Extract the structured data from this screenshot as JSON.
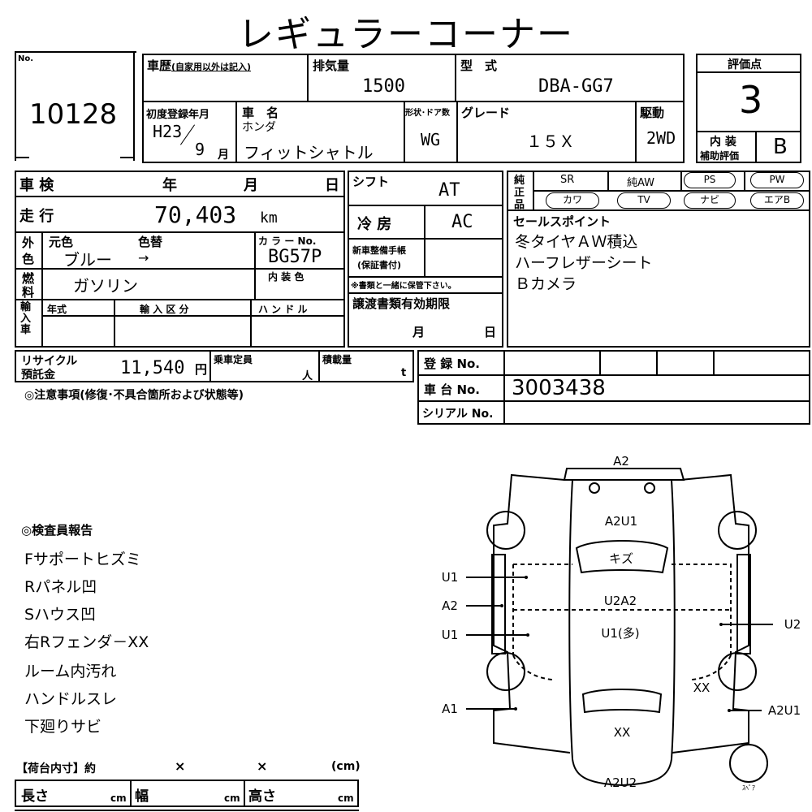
{
  "title": "レギュラーコーナー",
  "lot": {
    "label": "No.",
    "number": "10128"
  },
  "history": {
    "label": "車歴",
    "label_note": "(自家用以外は記入)"
  },
  "displacement": {
    "label": "排気量",
    "value": "1500"
  },
  "model_type": {
    "label": "型　式",
    "value": "DBA-GG7"
  },
  "rating": {
    "label": "評価点",
    "value": "3",
    "interior_label": "内 装",
    "interior_sub": "補助評価",
    "interior_value": "B"
  },
  "first_reg": {
    "label": "初度登録年月",
    "year": "H23",
    "month": "9",
    "month_unit": "月"
  },
  "car_name": {
    "label": "車　名",
    "maker": "ホンダ",
    "name": "フィットシャトル"
  },
  "body_doors": {
    "label": "形状･ドア数",
    "value": "WG"
  },
  "grade": {
    "label": "グレード",
    "value": "１５Ｘ"
  },
  "drive": {
    "label": "駆動",
    "value": "2WD"
  },
  "shaken": {
    "label": "車 検",
    "year": "年",
    "month": "月",
    "day": "日"
  },
  "mileage": {
    "label": "走 行",
    "value": "70,403",
    "unit": "km"
  },
  "exterior_color": {
    "label_a": "外",
    "label_b": "色",
    "orig_label": "元色",
    "change_label": "色替",
    "orig": "ブルー",
    "arrow": "→",
    "code_label": "カ ラ ー No.",
    "code": "BG57P"
  },
  "fuel": {
    "label_a": "燃",
    "label_b": "料",
    "value": "ガソリン"
  },
  "interior_color": {
    "label": "内 装 色"
  },
  "import": {
    "label": "輸入車",
    "year_label": "年式",
    "class_label": "輸 入 区 分",
    "handle_label": "ハ ン ド ル"
  },
  "shift": {
    "label": "シフト",
    "value": "AT"
  },
  "ac": {
    "label": "冷 房",
    "value": "AC"
  },
  "manual": {
    "label_a": "新車整備手帳",
    "label_b": "(保証書付)",
    "note": "※書類と一緒に保管下さい。"
  },
  "docs_expiry": {
    "label": "譲渡書類有効期限",
    "month": "月",
    "day": "日"
  },
  "genuine": {
    "label_a": "純",
    "label_b": "正",
    "label_c": "品",
    "row1": [
      "SR",
      "純AW",
      "PS",
      "PW"
    ],
    "row2": [
      "カワ",
      "TV",
      "ナビ",
      "エアB"
    ]
  },
  "sales_points": {
    "label": "セールスポイント",
    "items": [
      "冬タイヤＡＷ積込",
      "ハーフレザーシート",
      "Ｂカメラ"
    ]
  },
  "recycle": {
    "label_a": "リサイクル",
    "label_b": "預託金",
    "value": "11,540",
    "unit": "円"
  },
  "capacity": {
    "label": "乗車定員",
    "unit": "人"
  },
  "load": {
    "label": "積載量",
    "unit": "t"
  },
  "registration": {
    "label": "登 録 No."
  },
  "chassis": {
    "label": "車 台 No.",
    "value": "3003438"
  },
  "serial": {
    "label": "シリアル No."
  },
  "notes_label": "◎注意事項(修復･不具合箇所および状態等)",
  "inspector": {
    "title": "◎検査員報告",
    "items": [
      "Fサポートヒズミ",
      "Rパネル凹",
      "Sハウス凹",
      "右Rフェンダ－XX",
      "ルーム内汚れ",
      "ハンドルスレ",
      "下廻りサビ"
    ]
  },
  "cargo": {
    "header": "【荷台内寸】約",
    "x1": "×",
    "x2": "×",
    "unit_cm": "(cm)",
    "length": "長さ",
    "width": "幅",
    "height": "高さ",
    "cm": "cm"
  },
  "diagram": {
    "top": "A2",
    "roof": "A2U1",
    "glass": "キズ",
    "mid": "U2A2",
    "body": "U1(多)",
    "left1": "U1",
    "left2": "A2",
    "left3": "U1",
    "left4": "A1",
    "right1": "U2",
    "right2": "XX",
    "right3": "A2U1",
    "rear": "XX",
    "bottom": "A2U2",
    "spare": "ｽﾍﾟｱ"
  }
}
